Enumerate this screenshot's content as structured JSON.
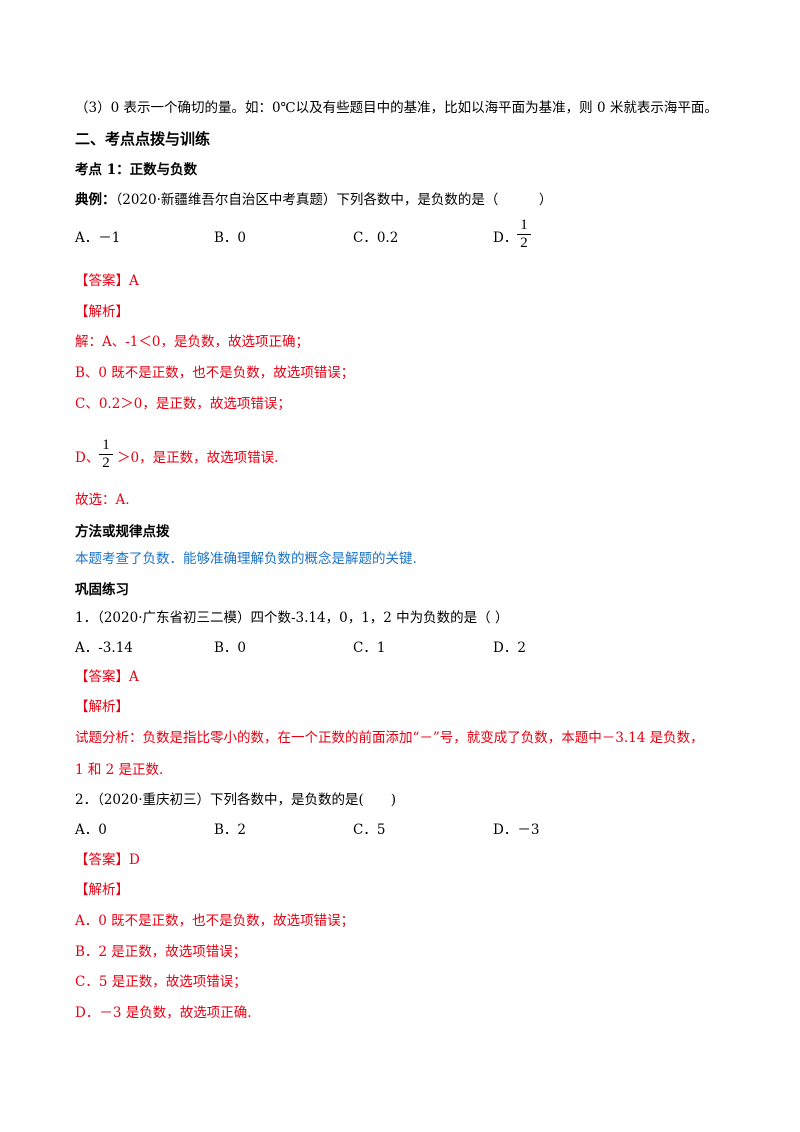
{
  "intro": {
    "item3": "（3）0 表示一个确切的量。如：0℃以及有些题目中的基准，比如以海平面为基准，则 0 米就表示海平面。"
  },
  "section2": {
    "title": "二、考点点拨与训练",
    "point1_title": "考点 1：正数与负数"
  },
  "example": {
    "label": "典例：",
    "question": "（2020·新疆维吾尔自治区中考真题）下列各数中，是负数的是（　　　）",
    "options": [
      "A．－1",
      "B．0",
      "C．0.2",
      "D．"
    ],
    "optionD_frac": {
      "num": "1",
      "den": "2"
    },
    "answer": "【答案】A",
    "analysis_label": "【解析】",
    "sol": [
      "解：A、-1＜0，是负数，故选项正确；",
      "B、0 既不是正数，也不是负数，故选项错误；",
      "C、0.2＞0，是正数，故选项错误；"
    ],
    "solD_prefix": "D、",
    "solD_frac": {
      "num": "1",
      "den": "2"
    },
    "solD_suffix": "＞0，是正数，故选项错误.",
    "choice": "故选：A."
  },
  "method": {
    "title": "方法或规律点拨",
    "text": "本题考查了负数．能够准确理解负数的概念是解题的关键."
  },
  "practice": {
    "title": "巩固练习",
    "q1": {
      "stem": "1．（2020·广东省初三二模）四个数-3.14，0，1，2 中为负数的是（  ）",
      "options": [
        "A．-3.14",
        "B．0",
        "C．1",
        "D．2"
      ],
      "answer": "【答案】A",
      "analysis_label": "【解析】",
      "analysis_line1": "试题分析：负数是指比零小的数，在一个正数的前面添加“－”号，就变成了负数，本题中－3.14 是负数，",
      "analysis_line2": "1 和 2 是正数."
    },
    "q2": {
      "stem": "2．（2020·重庆初三）下列各数中，是负数的是(　　)",
      "options": [
        "A．0",
        "B．2",
        "C．5",
        "D．－3"
      ],
      "answer": "【答案】D",
      "analysis_label": "【解析】",
      "analysis": [
        "A．0 既不是正数，也不是负数，故选项错误；",
        "B．2 是正数，故选项错误；",
        "C．5 是正数，故选项错误；",
        "D．－3 是负数，故选项正确."
      ]
    }
  }
}
